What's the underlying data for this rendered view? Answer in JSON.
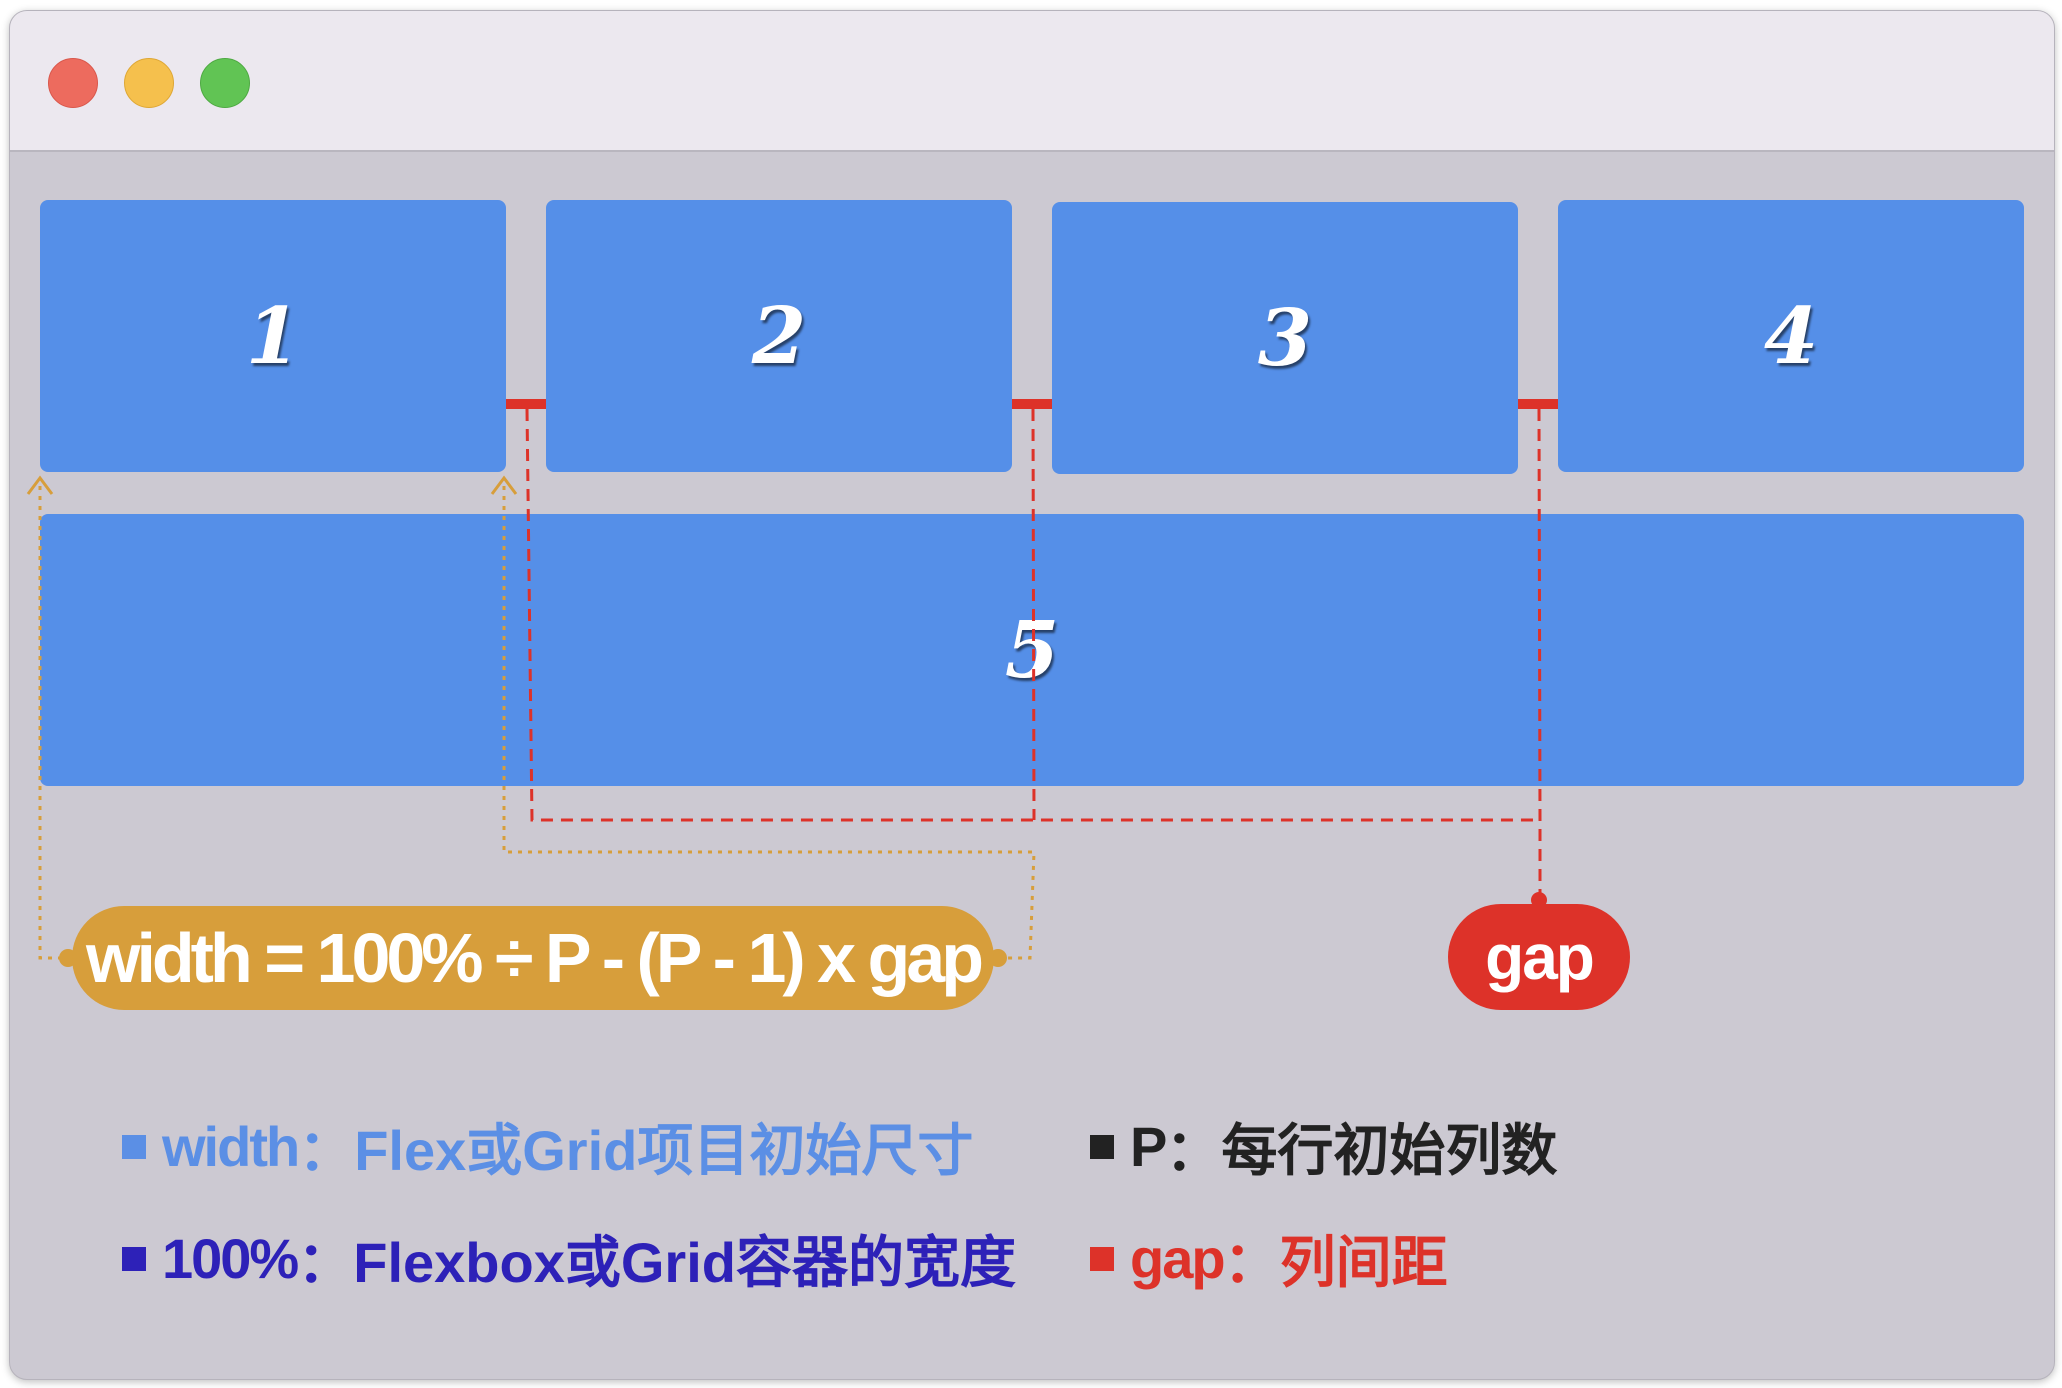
{
  "window": {
    "controls": [
      "close",
      "minimize",
      "maximize"
    ]
  },
  "items": [
    {
      "label": "1"
    },
    {
      "label": "2"
    },
    {
      "label": "3"
    },
    {
      "label": "4"
    },
    {
      "label": "5"
    }
  ],
  "formula": "width = 100% ÷ P - (P - 1) x gap",
  "gap_label": "gap",
  "legend": [
    {
      "term": "width",
      "sep": "：",
      "desc": "Flex或Grid项目初始尺寸",
      "color": "#5b8fe5"
    },
    {
      "term": "P",
      "sep": "：",
      "desc": "每行初始列数",
      "color": "#222222"
    },
    {
      "term": "100%",
      "sep": "：",
      "desc": "Flexbox或Grid容器的宽度",
      "color": "#2d21b8"
    },
    {
      "term": "gap",
      "sep": "：",
      "desc": "列间距",
      "color": "#dd3229"
    }
  ],
  "colors": {
    "background": "#ccc9d2",
    "titlebar": "#ece8ef",
    "item": "#558fe8",
    "formula_pill": "#d79e3b",
    "gap": "#dd3229"
  }
}
